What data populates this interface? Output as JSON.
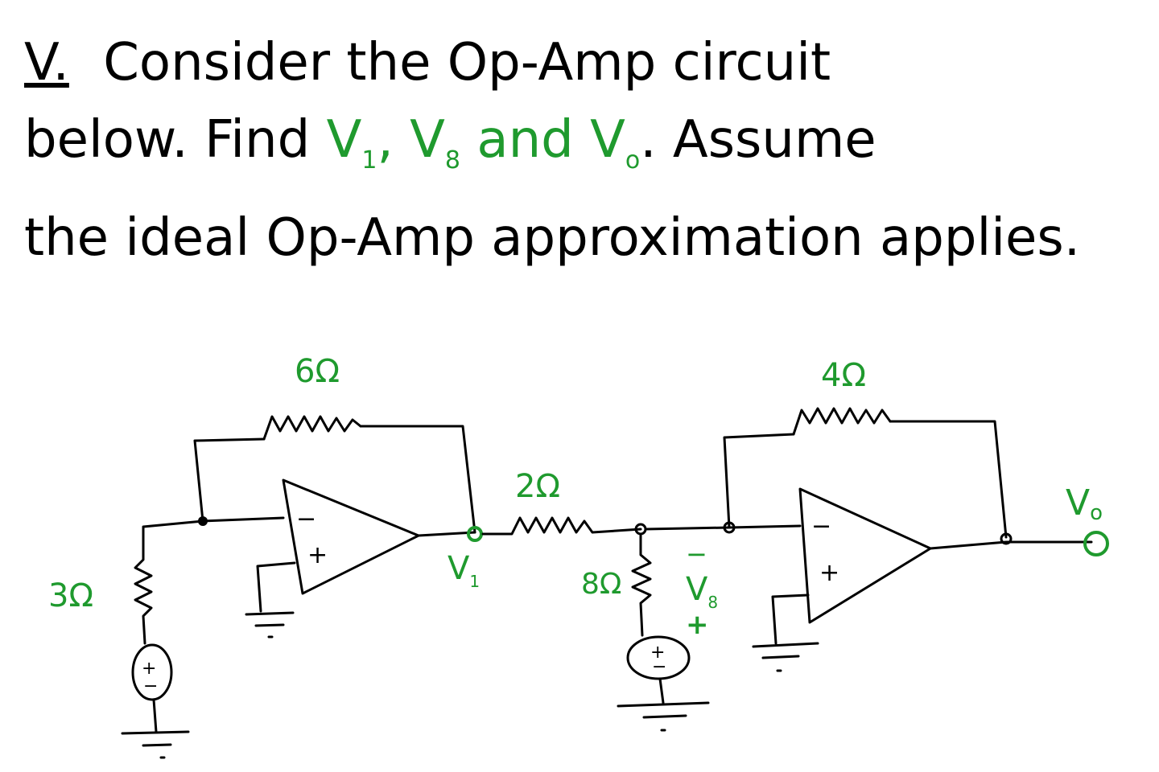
{
  "problem": {
    "number": "V.",
    "line1": "Consider the Op-Amp circuit",
    "line2_pre": "below. Find",
    "v1": "V",
    "v1_sub": "1",
    "sep": ",",
    "v8": "V",
    "v8_sub": "8",
    "and_word": "and",
    "vo": "V",
    "vo_sub": "o",
    "line2_post": ". Assume",
    "line3": "the ideal Op-Amp approximation applies."
  },
  "circuit": {
    "r6_label": "6Ω",
    "r4_label": "4Ω",
    "r2_label": "2Ω",
    "r3_label": "3Ω",
    "r8_label": "8Ω",
    "v1_label": "V",
    "v1_label_sub": "1",
    "v8_label": "V",
    "v8_label_sub": "8",
    "v8_minus": "−",
    "v8_plus": "+",
    "vo_label": "V",
    "vo_label_sub": "o",
    "opamp_minus": "−",
    "opamp_plus": "+",
    "source_plus": "+",
    "source_minus": "−",
    "label_color": "#1f9a2e"
  }
}
